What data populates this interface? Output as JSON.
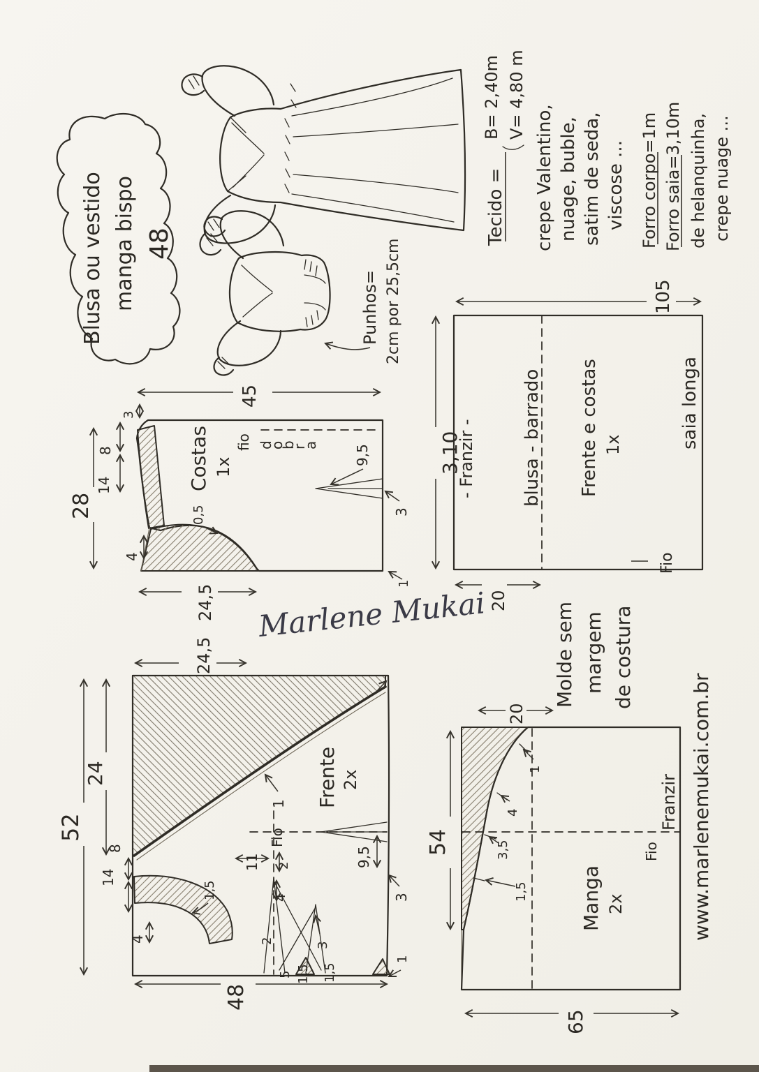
{
  "title_cloud": {
    "line1": "Blusa ou vestido",
    "line2": "manga bispo",
    "size": "48"
  },
  "sketches": {
    "cuff_label": "Punhos=",
    "cuff_value": "2cm por 25,5cm"
  },
  "fabric_notes": {
    "tecido": "Tecido =",
    "opt_b": "B= 2,40m",
    "opt_v": "V= 4,80 m",
    "f1": "crepe Valentino,",
    "f2": "nuage, buble,",
    "f3": "satim de seda,",
    "f4": "viscose ...",
    "forro1": "Forro corpo=1m",
    "forro2": "Forro saia=3,10m",
    "forro3": "de helanquinha,",
    "forro4": "crepe nuage ..."
  },
  "back_piece": {
    "name": "Costas",
    "qty": "1x",
    "width": "45",
    "height": "28",
    "neck_drop": "3",
    "seg8": "8",
    "seg14": "14",
    "seg4": "4",
    "bottom_width": "24,5",
    "ease": "0,5",
    "grain": "fio",
    "fold": [
      "d",
      "o",
      "b",
      "r",
      "a"
    ],
    "dart_len": "9,5",
    "dart_w": "3",
    "hem": "1"
  },
  "skirt_piece": {
    "length": "3,10",
    "width": "105",
    "band": "20",
    "gather": "- Franzir -",
    "fold_label": "blusa - barrado",
    "name": "Frente e costas",
    "qty": "1x",
    "name2": "saia longa",
    "grain": "Fio"
  },
  "front_piece": {
    "name": "Frente",
    "qty": "2x",
    "top_width": "24,5",
    "height": "52",
    "seg24": "24",
    "seg8": "8",
    "seg14": "14",
    "seg4": "4",
    "bottom_width": "48",
    "neck": "1,5",
    "raise": "1",
    "seg11": "11",
    "s2a": "2",
    "s4": "4",
    "s2b": "2",
    "s5": "5",
    "s15a": "1,5",
    "s15b": "1,5",
    "s3": "3",
    "dart_len": "9,5",
    "dart_w": "3",
    "hem": "1",
    "grain": "Fio"
  },
  "sleeve_piece": {
    "name": "Manga",
    "qty": "2x",
    "cap": "20",
    "length": "54",
    "width": "65",
    "n1": "1",
    "n2": "4",
    "n3": "3,5",
    "n4": "1,5",
    "gather": "Franzir",
    "grain": "Fio"
  },
  "footer": {
    "note1": "Molde sem",
    "note2": "margem",
    "note3": "de costura",
    "signature": "Marlene Mukai"
  },
  "website": "www.marlenemukai.com.br"
}
